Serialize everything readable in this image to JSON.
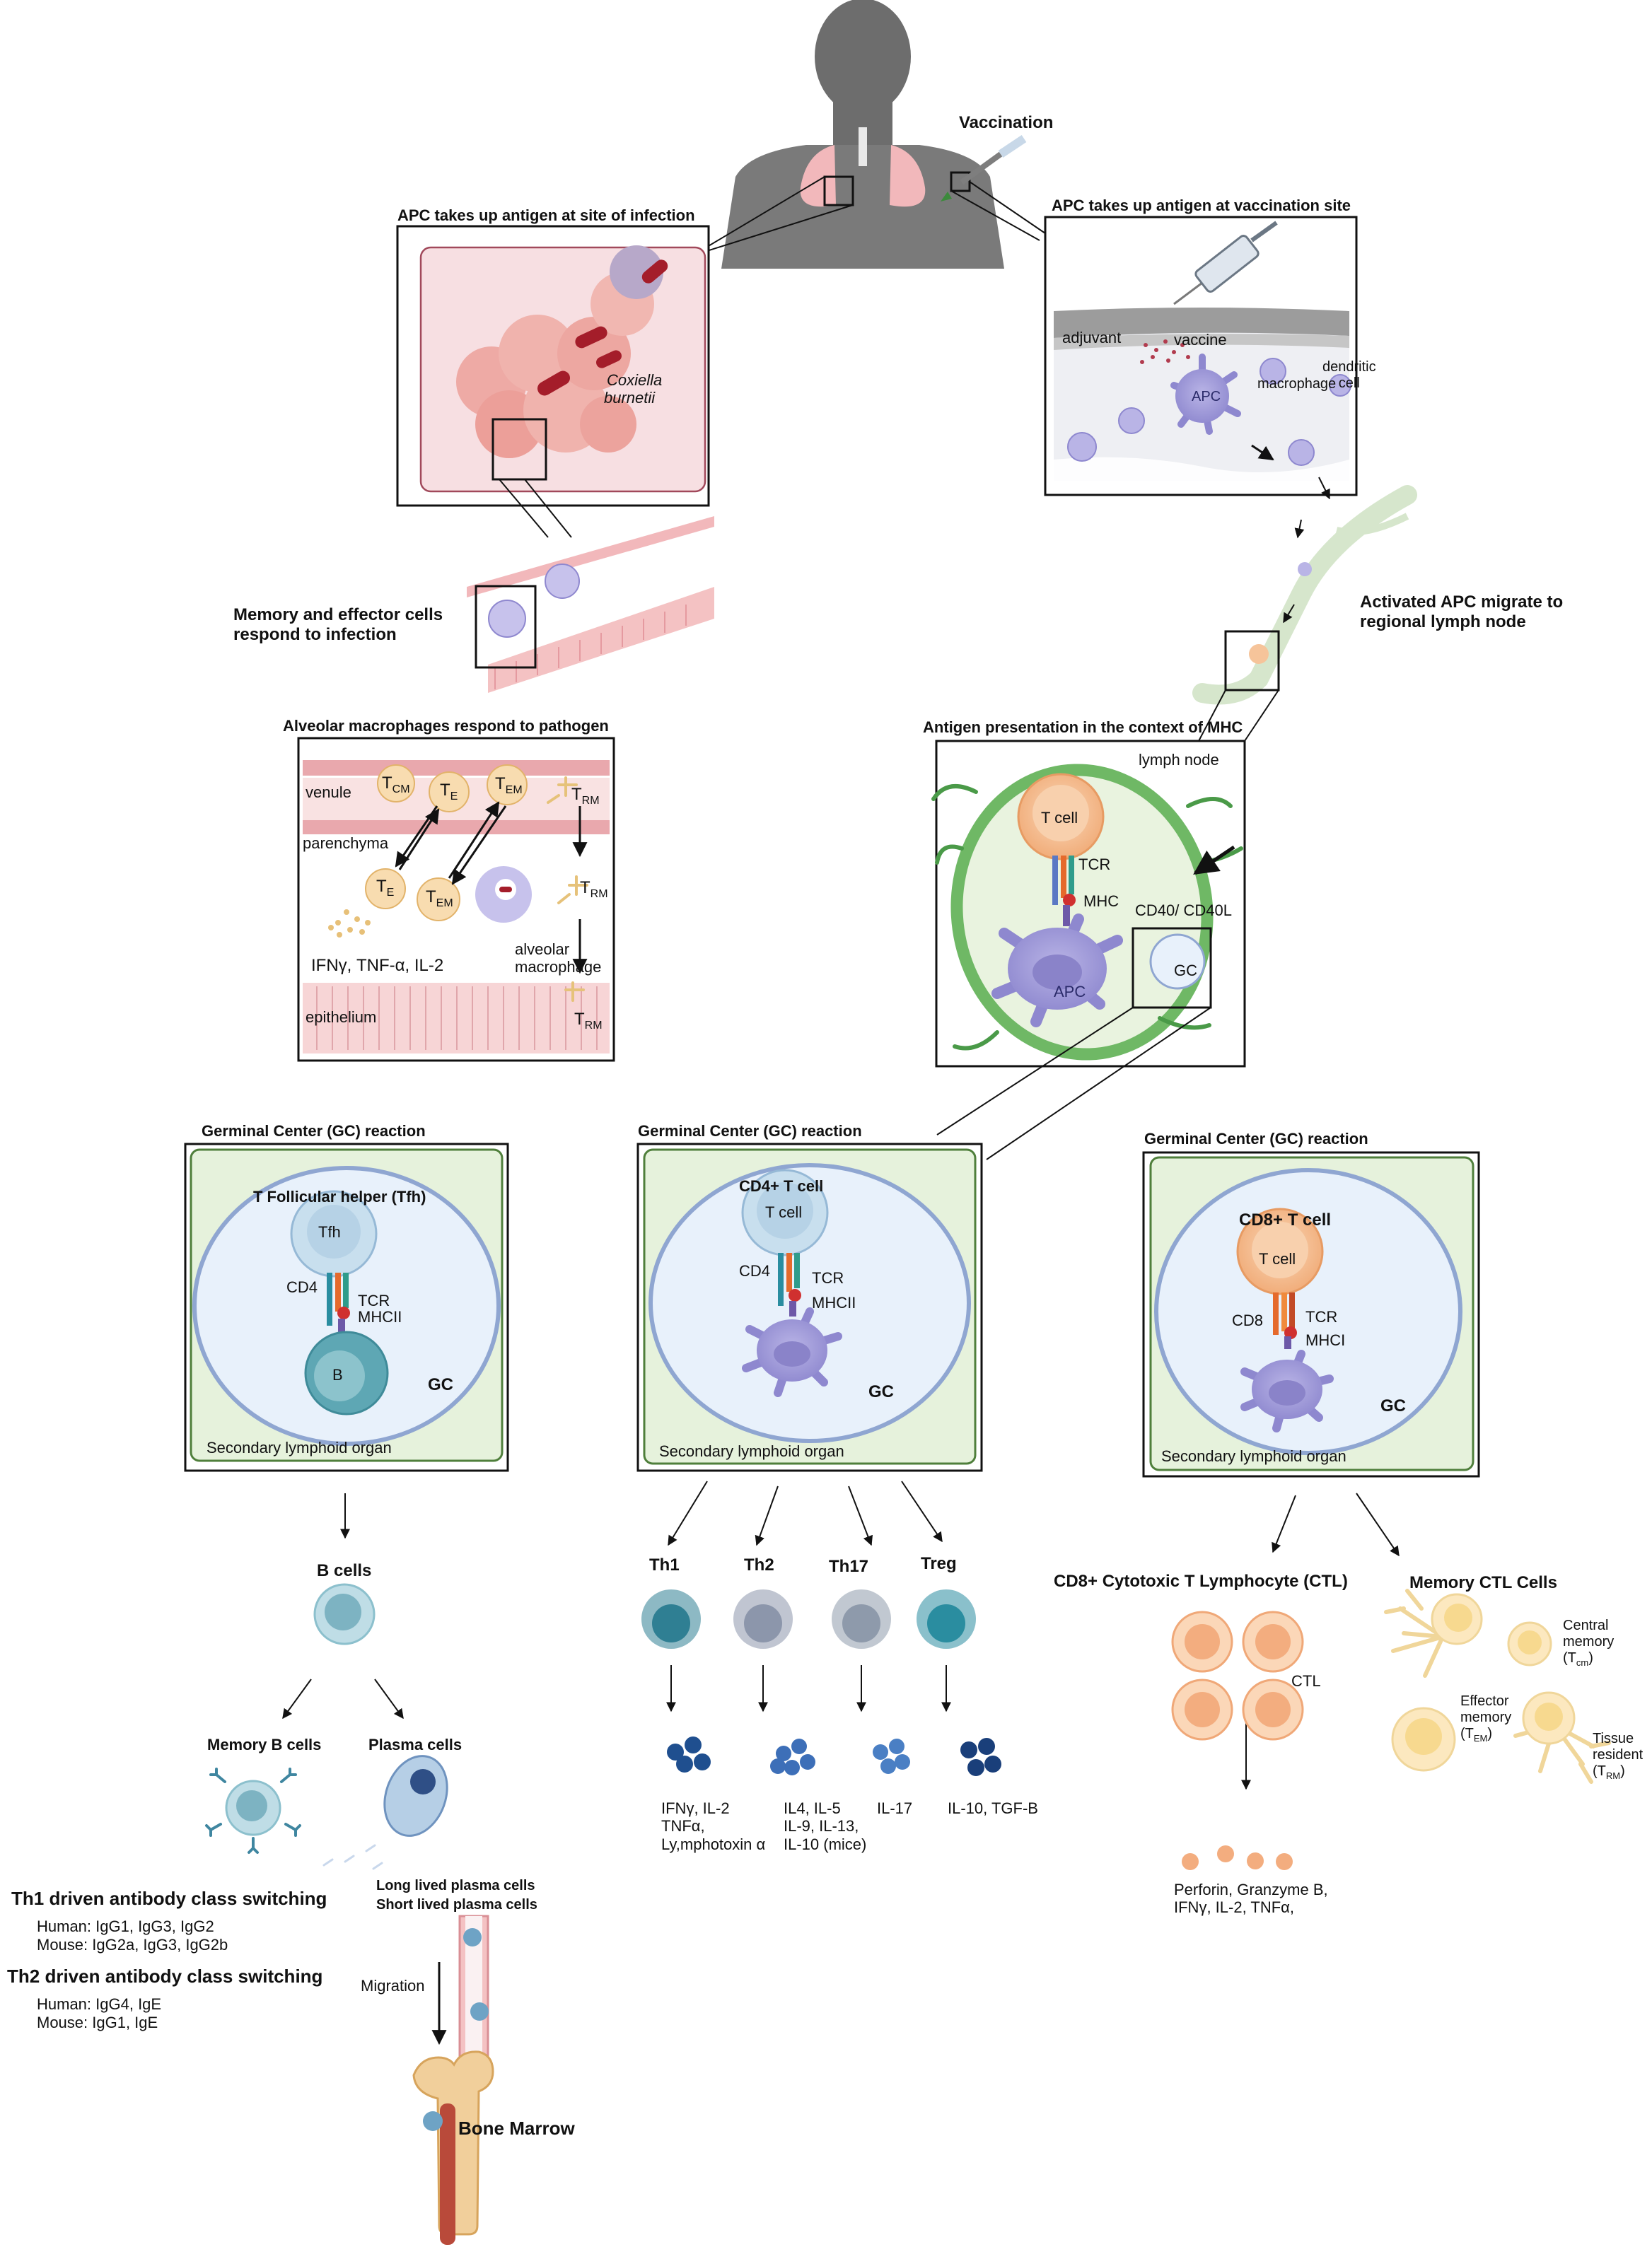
{
  "top": {
    "vaccination": "Vaccination",
    "infection_site_title": "APC takes up antigen at site of infection",
    "vaccination_site_title": "APC takes up antigen at vaccination site",
    "coxiella_line1": "Coxiella",
    "coxiella_line2": "burnetii",
    "adjuvant": "adjuvant",
    "vaccine": "vaccine",
    "apc_small": "APC",
    "macrophage": "macrophage",
    "dendritic_cell": "dendritic\ncell",
    "memory_effector": "Memory and effector cells\nrespond to infection",
    "activated_apc": "Activated APC migrate to\nregional lymph node"
  },
  "alveolar": {
    "title": "Alveolar macrophages respond to pathogen",
    "venule": "venule",
    "parenchyma": "parenchyma",
    "epithelium": "epithelium",
    "cytokines": "IFNγ, TNF-α, IL-2",
    "alveolar_macrophage": "alveolar\nmacrophage",
    "t": "T",
    "cm": "CM",
    "e": "E",
    "em": "EM",
    "rm": "RM"
  },
  "mhc_panel": {
    "title": "Antigen presentation in the context of MHC",
    "lymph_node": "lymph node",
    "t_cell": "T cell",
    "tcr": "TCR",
    "mhc": "MHC",
    "cd40": "CD40/ CD40L",
    "apc": "APC",
    "gc": "GC"
  },
  "gc_panels": [
    {
      "title": "Germinal Center (GC)  reaction",
      "cell_title": "T Follicular helper  (Tfh)",
      "cell_label": "Tfh",
      "co_receptor": "CD4",
      "tcr": "TCR",
      "mhc": "MHCII",
      "partner": "B",
      "gc": "GC",
      "organ": "Secondary lymphoid organ"
    },
    {
      "title": "Germinal Center (GC)  reaction",
      "cell_title": "CD4+ T cell",
      "cell_label": "T cell",
      "co_receptor": "CD4",
      "tcr": "TCR",
      "mhc": "MHCII",
      "gc": "GC",
      "organ": "Secondary lymphoid organ"
    },
    {
      "title": "Germinal Center (GC)  reaction",
      "cell_title": "CD8+ T cell",
      "cell_label": "T cell",
      "co_receptor": "CD8",
      "tcr": "TCR",
      "mhc": "MHCI",
      "gc": "GC",
      "organ": "Secondary lymphoid organ"
    }
  ],
  "b_branch": {
    "b_cells": "B cells",
    "memory_b": "Memory B cells",
    "plasma": "Plasma cells",
    "long_lived": "Long lived plasma cells",
    "short_lived": "Short lived plasma cells",
    "th1_switch": "Th1 driven antibody class switching",
    "th1_human": "Human: IgG1, IgG3, IgG2",
    "th1_mouse": "Mouse: IgG2a, IgG3, IgG2b",
    "th2_switch": "Th2 driven antibody class switching",
    "th2_human": "Human: IgG4, IgE",
    "th2_mouse": "Mouse: IgG1, IgE",
    "migration": "Migration",
    "bone_marrow": "Bone Marrow"
  },
  "th_branch": [
    {
      "name": "Th1",
      "cytokines": "IFNγ, IL-2\nTNFα,\n  Ly,mphotoxin α",
      "color": "#2f7f93"
    },
    {
      "name": "Th2",
      "cytokines": "IL4, IL-5\nIL-9, IL-13,\nIL-10 (mice)",
      "color": "#8c96ab"
    },
    {
      "name": "Th17",
      "cytokines": "IL-17",
      "color": "#8e9aab"
    },
    {
      "name": "Treg",
      "cytokines": "IL-10, TGF-B",
      "color": "#2a8da0"
    }
  ],
  "cd8_branch": {
    "ctl_title": "CD8+ Cytotoxic T Lymphocyte (CTL)",
    "ctl": "CTL",
    "ctl_products": "Perforin, Granzyme B,\nIFNγ, IL-2, TNFα,",
    "memory_title": "Memory CTL Cells",
    "central": "Central\nmemory",
    "central_sub": "(T",
    "central_subscript": "cm",
    "effector": "Effector\nmemory",
    "effector_subscript": "EM",
    "tissue": "Tissue\nresident",
    "tissue_subscript": "RM"
  },
  "colors": {
    "gc_fill": "#e6f2dc",
    "gc_border": "#4f7f3b",
    "gc_circle_fill": "#e8f1fb",
    "gc_circle_border": "#8fa6d1",
    "apc_purple": "#9f9ad6",
    "t_cell_orange": "#f6c49a",
    "lung_pink": "#f3c9cb"
  }
}
